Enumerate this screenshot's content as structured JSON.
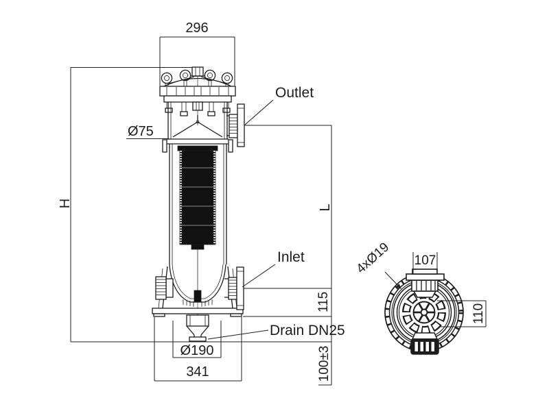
{
  "front_view": {
    "labels": {
      "top_width": "296",
      "height": "H",
      "length": "L",
      "element_diameter": "Ø75",
      "outlet": "Outlet",
      "inlet": "Inlet",
      "inlet_offset": "115",
      "drain": "Drain DN25",
      "drain_diameter": "Ø190",
      "base_width": "341",
      "leg_height": "100±3"
    }
  },
  "top_view": {
    "labels": {
      "bolt_holes": "4xØ19",
      "port_width": "107",
      "port_spacing": "110"
    }
  },
  "colors": {
    "line": "#1c1c1c",
    "background": "#ffffff",
    "filter_element": "#111111"
  }
}
